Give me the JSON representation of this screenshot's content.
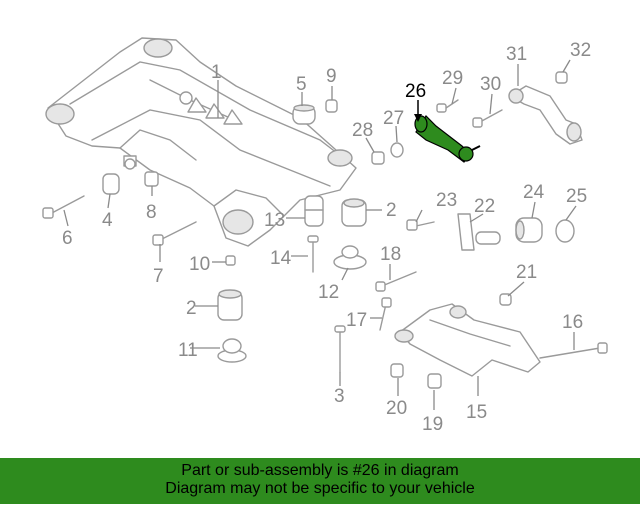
{
  "highlight_color": "#2e8b1e",
  "highlighted_part": "26",
  "callouts": [
    "1",
    "2",
    "2",
    "3",
    "4",
    "5",
    "6",
    "7",
    "8",
    "9",
    "10",
    "11",
    "12",
    "13",
    "14",
    "15",
    "16",
    "17",
    "18",
    "19",
    "20",
    "21",
    "22",
    "23",
    "24",
    "25",
    "26",
    "27",
    "28",
    "29",
    "30",
    "31",
    "32"
  ],
  "footer": {
    "line1": "Part or sub-assembly is #26 in diagram",
    "line2": "Diagram may not be specific to your vehicle"
  }
}
